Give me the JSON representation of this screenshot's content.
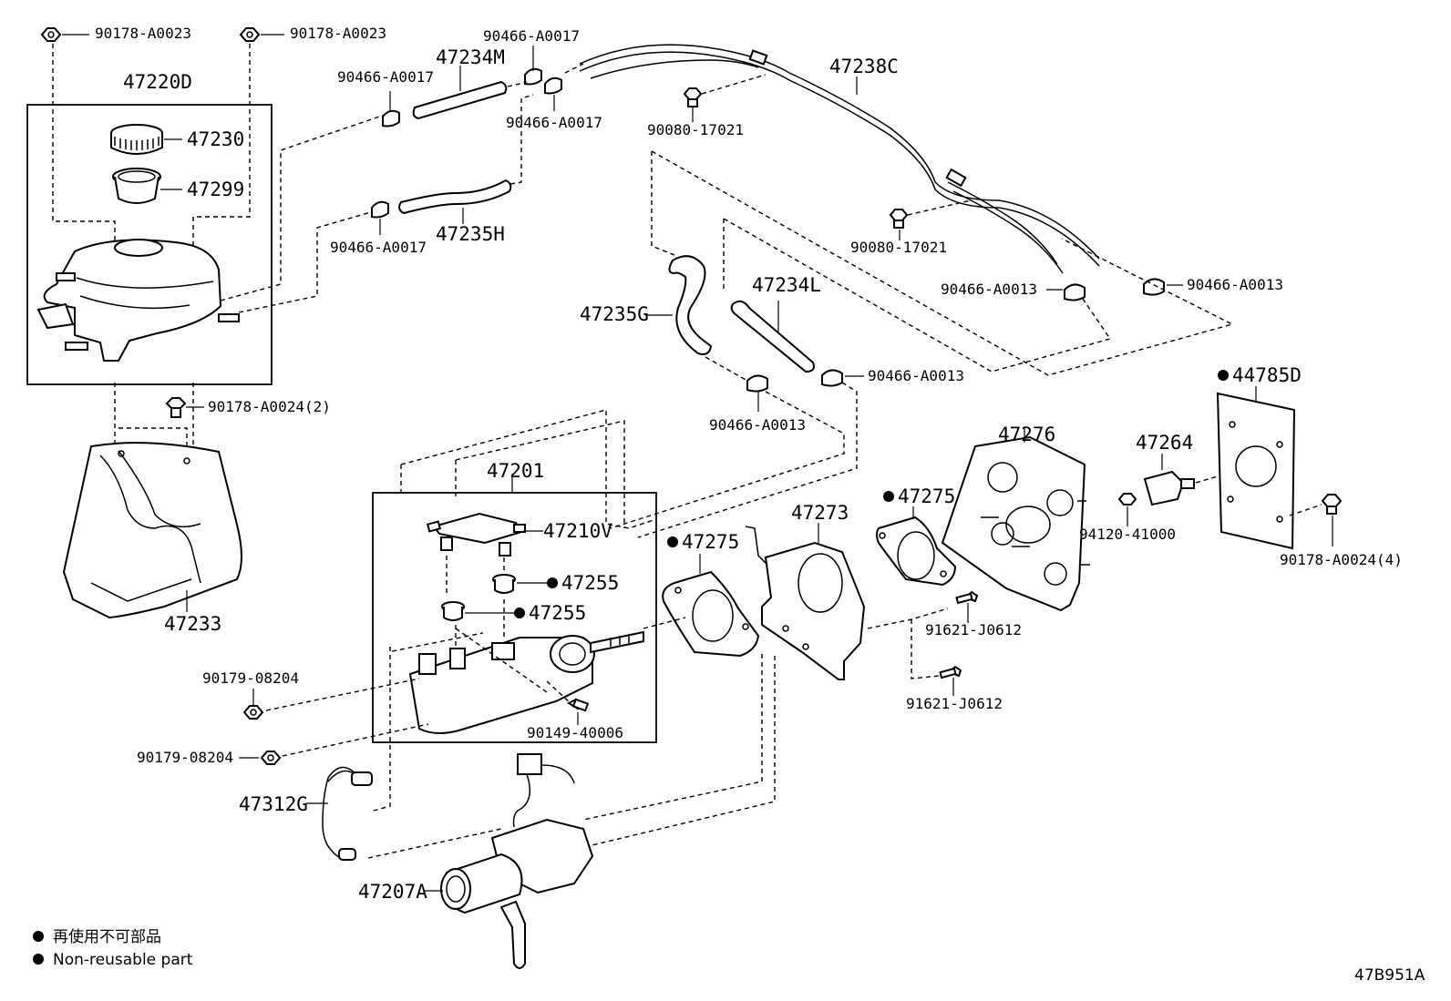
{
  "diagram": {
    "drawing_id": "47B951A",
    "parts": {
      "p47220D": "47220D",
      "p47230": "47230",
      "p47299": "47299",
      "p47233": "47233",
      "p47234M": "47234M",
      "p47235H": "47235H",
      "p47238C": "47238C",
      "p47235G": "47235G",
      "p47234L": "47234L",
      "p47201": "47201",
      "p47210V": "47210V",
      "p47255a": "47255",
      "p47255b": "47255",
      "p47275a": "47275",
      "p47275b": "47275",
      "p47273": "47273",
      "p47276": "47276",
      "p47264": "47264",
      "p44785D": "44785D",
      "p47312G": "47312G",
      "p47207A": "47207A"
    },
    "fasteners": {
      "f90178_a": "90178-A0023",
      "f90178_b": "90178-A0023",
      "f90466_a": "90466-A0017",
      "f90466_b": "90466-A0017",
      "f90466_c": "90466-A0017",
      "f90466_d": "90466-A0017",
      "f90080_a": "90080-17021",
      "f90080_b": "90080-17021",
      "f90466_e": "90466-A0013",
      "f90466_f": "90466-A0013",
      "f90466_g": "90466-A0013",
      "f90466_h": "90466-A0013",
      "f90178_c": "90178-A0024(2)",
      "f94120": "94120-41000",
      "f90178_d": "90178-A0024(4)",
      "f91621_a": "91621-J0612",
      "f91621_b": "91621-J0612",
      "f90179_a": "90179-08204",
      "f90179_b": "90179-08204",
      "f90149": "90149-40006"
    },
    "legend": {
      "line1": "再使用不可部品",
      "line2": "Non-reusable part"
    }
  }
}
